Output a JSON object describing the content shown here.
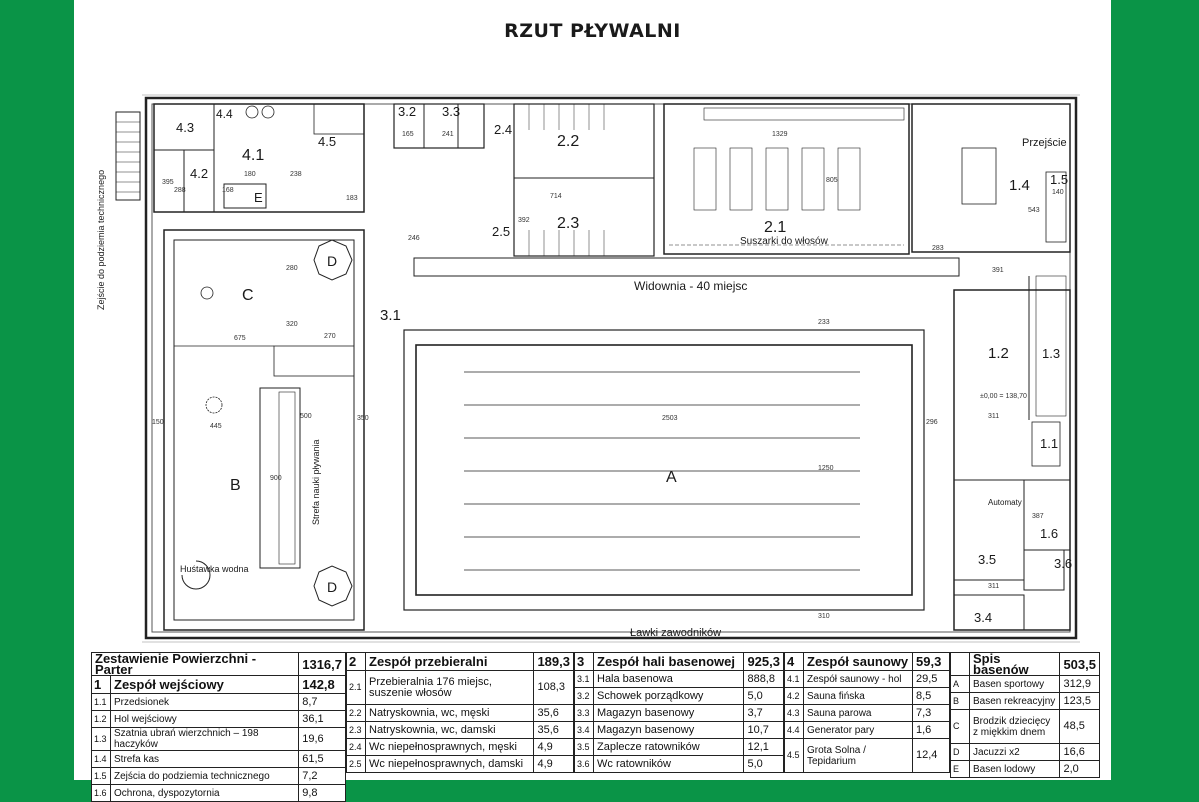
{
  "title": "RZUT PŁYWALNI",
  "plan": {
    "rooms": {
      "r43": "4.3",
      "r44": "4.4",
      "r41": "4.1",
      "r42": "4.2",
      "r45": "4.5",
      "rE": "E",
      "r32": "3.2",
      "r33": "3.3",
      "r24": "2.4",
      "r22": "2.2",
      "r23": "2.3",
      "r25": "2.5",
      "r21": "2.1",
      "r14": "1.4",
      "r15": "1.5",
      "r12": "1.2",
      "r13": "1.3",
      "r11": "1.1",
      "r16": "1.6",
      "r35": "3.5",
      "r36": "3.6",
      "r34": "3.4",
      "r31": "3.1",
      "rA": "A",
      "rB": "B",
      "rC": "C",
      "rD1": "D",
      "rD2": "D"
    },
    "labels": {
      "suszarki": "Suszarki do włosów",
      "widownia": "Widownia - 40 miejsc",
      "przejscie": "Przejście",
      "lawki": "Ławki zawodników",
      "strefa": "Strefa nauki pływania",
      "hustawka": "Huśtawka wodna",
      "automaty": "Automaty",
      "zejscie": "Zejście do podziemia technicznego"
    },
    "dims": {
      "d1329": "1329",
      "d805": "805",
      "d283": "283",
      "d391": "391",
      "d2503": "2503",
      "d1250": "1250",
      "d675": "675",
      "d445": "445",
      "d500": "500",
      "d900": "900",
      "d350": "350",
      "d150": "150",
      "d296": "296",
      "d233": "233",
      "d270": "270",
      "d320": "320",
      "d311a": "311",
      "d311b": "311",
      "d238": "238",
      "d180": "180",
      "d714": "714",
      "d392": "392",
      "d165": "165",
      "d241": "241",
      "d543": "543",
      "d140": "140",
      "d288": "288",
      "d395": "395",
      "d168": "168",
      "d183": "183",
      "d246": "246",
      "d387": "387",
      "d310": "310",
      "d280": "280",
      "level": "±0,00 = 138,70"
    }
  },
  "tables": {
    "t1": {
      "header": {
        "name": "Zestawienie Powierzchni - Parter",
        "value": "1316,7"
      },
      "group": {
        "num": "1",
        "name": "Zespół wejściowy",
        "value": "142,8"
      },
      "rows": [
        {
          "num": "1.1",
          "name": "Przedsionek",
          "value": "8,7"
        },
        {
          "num": "1.2",
          "name": "Hol wejściowy",
          "value": "36,1"
        },
        {
          "num": "1.3",
          "name": "Szatnia ubrań wierzchnich – 198 haczyków",
          "value": "19,6"
        },
        {
          "num": "1.4",
          "name": "Strefa kas",
          "value": "61,5"
        },
        {
          "num": "1.5",
          "name": "Zejścia do podziemia technicznego",
          "value": "7,2"
        },
        {
          "num": "1.6",
          "name": "Ochrona, dyspozytornia",
          "value": "9,8"
        }
      ]
    },
    "t2": {
      "group": {
        "num": "2",
        "name": "Zespół przebieralni",
        "value": "189,3"
      },
      "rows": [
        {
          "num": "2.1",
          "name": "Przebieralnia 176 miejsc,",
          "name2": "suszenie włosów",
          "value": "108,3"
        },
        {
          "num": "2.2",
          "name": "Natryskownia, wc, męski",
          "value": "35,6"
        },
        {
          "num": "2.3",
          "name": "Natryskownia, wc, damski",
          "value": "35,6"
        },
        {
          "num": "2.4",
          "name": "Wc niepełnosprawnych, męski",
          "value": "4,9"
        },
        {
          "num": "2.5",
          "name": "Wc niepełnosprawnych, damski",
          "value": "4,9"
        }
      ]
    },
    "t3": {
      "group": {
        "num": "3",
        "name": "Zespół hali basenowej",
        "value": "925,3"
      },
      "rows": [
        {
          "num": "3.1",
          "name": "Hala basenowa",
          "value": "888,8"
        },
        {
          "num": "3.2",
          "name": "Schowek porządkowy",
          "value": "5,0"
        },
        {
          "num": "3.3",
          "name": "Magazyn basenowy",
          "value": "3,7"
        },
        {
          "num": "3.4",
          "name": "Magazyn basenowy",
          "value": "10,7"
        },
        {
          "num": "3.5",
          "name": "Zaplecze ratowników",
          "value": "12,1"
        },
        {
          "num": "3.6",
          "name": "Wc ratowników",
          "value": "5,0"
        }
      ]
    },
    "t4": {
      "group": {
        "num": "4",
        "name": "Zespół saunowy",
        "value": "59,3"
      },
      "rows": [
        {
          "num": "4.1",
          "name": "Zespół saunowy - hol",
          "value": "29,5"
        },
        {
          "num": "4.2",
          "name": "Sauna fińska",
          "value": "8,5"
        },
        {
          "num": "4.3",
          "name": "Sauna parowa",
          "value": "7,3"
        },
        {
          "num": "4.4",
          "name": "Generator pary",
          "value": "1,6"
        },
        {
          "num": "4.5",
          "name": "Grota Solna /",
          "name2": "Tepidarium",
          "value": "12,4"
        }
      ]
    },
    "t5": {
      "header": {
        "name": "Spis basenów",
        "value": "503,5"
      },
      "rows": [
        {
          "num": "A",
          "name": "Basen sportowy",
          "value": "312,9"
        },
        {
          "num": "B",
          "name": "Basen rekreacyjny",
          "value": "123,5"
        },
        {
          "num": "C",
          "name": "Brodzik dziecięcy",
          "name2": "z miękkim dnem",
          "value": "48,5"
        },
        {
          "num": "D",
          "name": "Jacuzzi x2",
          "value": "16,6"
        },
        {
          "num": "E",
          "name": "Basen lodowy",
          "value": "2,0"
        }
      ]
    }
  }
}
